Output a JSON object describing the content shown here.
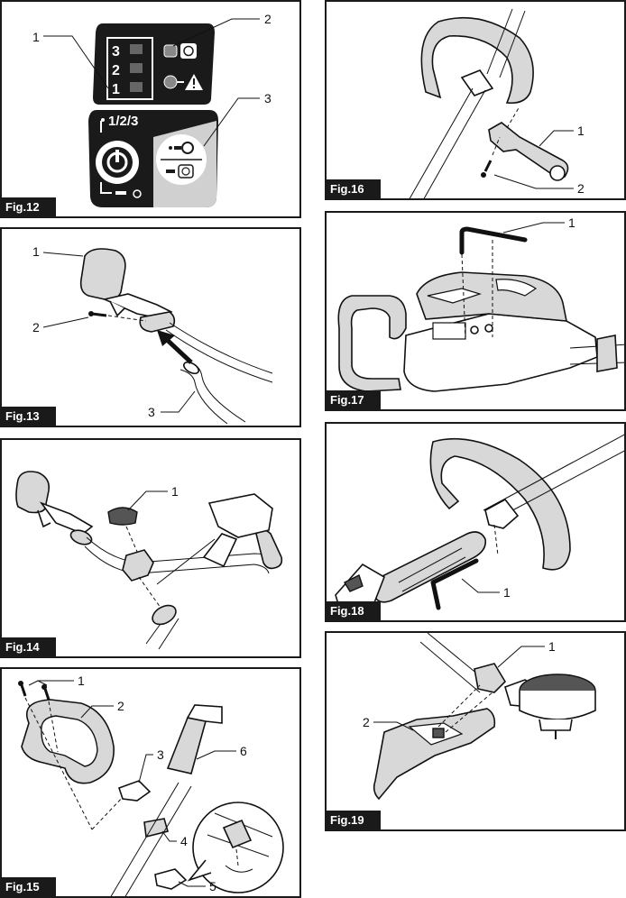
{
  "figures": {
    "fig12": {
      "label": "Fig.12",
      "callouts": [
        "1",
        "2",
        "3"
      ],
      "levels": [
        "3",
        "2",
        "1"
      ],
      "switch_text": "1/2/3"
    },
    "fig13": {
      "label": "Fig.13",
      "callouts": [
        "1",
        "2",
        "3"
      ]
    },
    "fig14": {
      "label": "Fig.14",
      "callouts": [
        "1"
      ]
    },
    "fig15": {
      "label": "Fig.15",
      "callouts": [
        "1",
        "2",
        "3",
        "4",
        "5",
        "6"
      ]
    },
    "fig16": {
      "label": "Fig.16",
      "callouts": [
        "1",
        "2"
      ]
    },
    "fig17": {
      "label": "Fig.17",
      "callouts": [
        "1"
      ]
    },
    "fig18": {
      "label": "Fig.18",
      "callouts": [
        "1"
      ]
    },
    "fig19": {
      "label": "Fig.19",
      "callouts": [
        "1",
        "2"
      ]
    }
  },
  "icons": [
    "warning-icon",
    "power-icon",
    "reverse-rotation-icon",
    "auto-mode-icon",
    "hex-wrench-icon"
  ]
}
